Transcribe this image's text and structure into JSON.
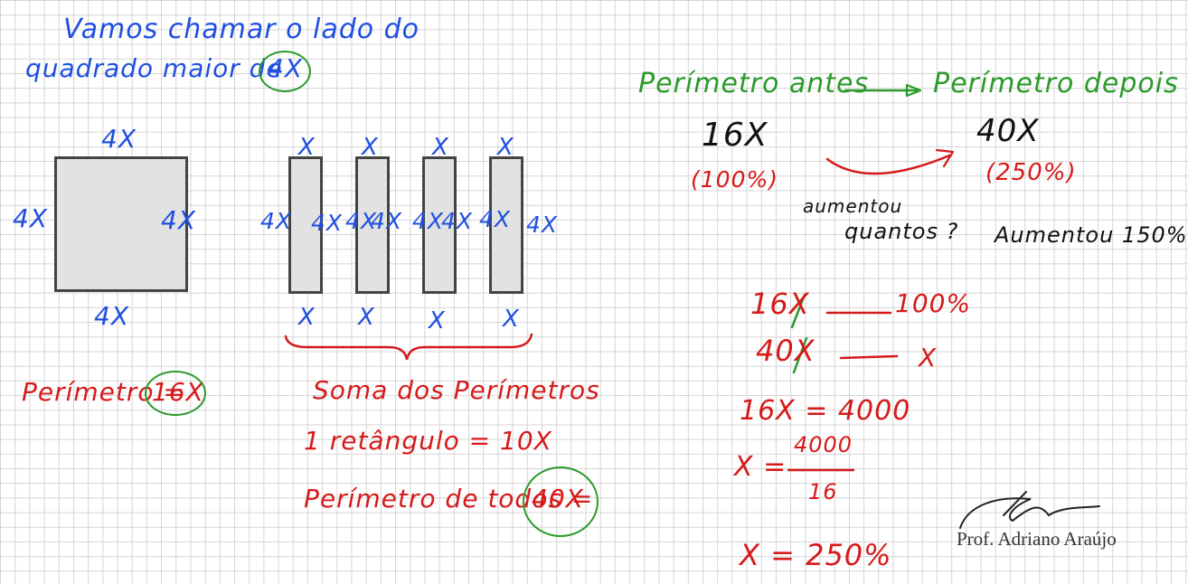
{
  "intro": {
    "line1": "Vamos chamar o lado do",
    "line2": "quadrado maior de",
    "var": "4X"
  },
  "square": {
    "top": "4X",
    "left": "4X",
    "right": "4X",
    "bottom": "4X"
  },
  "rect_top_labels": [
    "X",
    "X",
    "X",
    "X"
  ],
  "rect_side_labels": [
    "4X",
    "4X",
    "4X",
    "4X",
    "4X",
    "4X",
    "4X",
    "4X"
  ],
  "rect_bottom_labels": [
    "X",
    "X",
    "X",
    "X"
  ],
  "perimetro": {
    "label": "Perímetro =",
    "value": "16X"
  },
  "soma": {
    "title": "Soma dos Perímetros",
    "line1": "1 retângulo = 10X",
    "line2_label": "Perímetro de todos =",
    "line2_value": "40X"
  },
  "comparison": {
    "before_label": "Perímetro antes",
    "after_label": "Perímetro depois",
    "before_value": "16X",
    "after_value": "40X",
    "before_pct": "(100%)",
    "after_pct": "(250%)",
    "question_line1": "aumentou",
    "question_line2": "quantos ?",
    "answer": "Aumentou 150%"
  },
  "rule_of_three": {
    "row1_left": "16X",
    "row1_right": "100%",
    "row2_left": "40X",
    "row2_right": "X",
    "eq1": "16X = 4000",
    "eq2_lhs": "X =",
    "eq2_num": "4000",
    "eq2_den": "16",
    "result": "X = 250%"
  },
  "signature": {
    "name": "Prof. Adriano Araújo"
  },
  "colors": {
    "blue_ink": "#1f4fe0",
    "red_ink": "#d61a1a",
    "green_ink": "#2b9a2b",
    "black_ink": "#111111",
    "grid": "#d4d4d4"
  }
}
